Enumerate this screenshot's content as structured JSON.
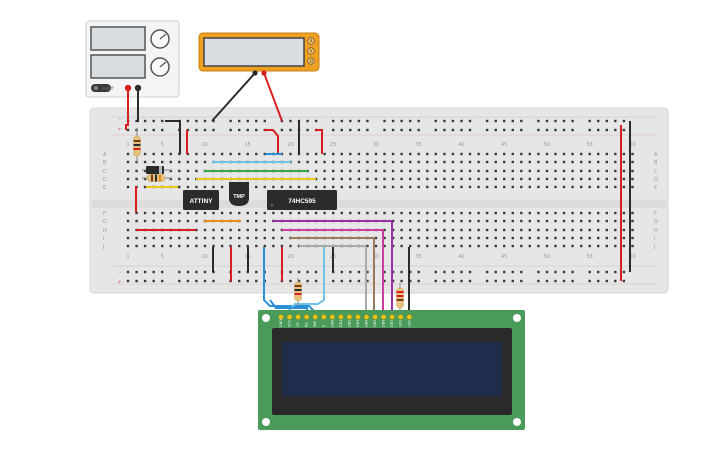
{
  "breadboard": {
    "column_numbers_top": [
      "1",
      "5",
      "10",
      "15",
      "20",
      "25",
      "30",
      "35",
      "40",
      "45",
      "50",
      "55",
      "60"
    ],
    "column_numbers_bottom": [
      "1",
      "5",
      "10",
      "15",
      "20",
      "25",
      "30",
      "35",
      "40",
      "45",
      "50",
      "55",
      "60"
    ],
    "row_letters_top": [
      "A",
      "B",
      "C",
      "D",
      "E"
    ],
    "row_letters_bottom": [
      "F",
      "G",
      "H",
      "I",
      "J"
    ],
    "rail_minus": "−",
    "rail_plus": "+"
  },
  "chips": {
    "attiny": "ATTINY",
    "tmp": "TMP",
    "shift_register": "74HC595"
  },
  "multimeter": {
    "buttons": [
      "A",
      "V",
      "Ω"
    ]
  },
  "power_supply": {
    "btn_label": "on/off"
  },
  "lcd": {
    "pins": [
      "GND",
      "VCC",
      "V0",
      "RS",
      "RW",
      "E",
      "DB0",
      "DB1",
      "DB2",
      "DB3",
      "DB4",
      "DB5",
      "DB6",
      "DB7",
      "LED",
      "LED"
    ]
  },
  "colors": {
    "board": "#e6e6e6",
    "wire_red": "#d62020",
    "wire_black": "#2b2b2b",
    "wire_blue": "#2a8fd4",
    "wire_green": "#3aa845",
    "wire_yellow": "#e8c719",
    "wire_purple": "#9b2fa8",
    "wire_pink": "#d13aa0",
    "wire_brown": "#9b7a5a",
    "wire_orange": "#e88a1a",
    "lcd_pcb": "#4a9a5a",
    "lcd_screen": "#1f2d4d",
    "meter_body": "#f0a020"
  }
}
